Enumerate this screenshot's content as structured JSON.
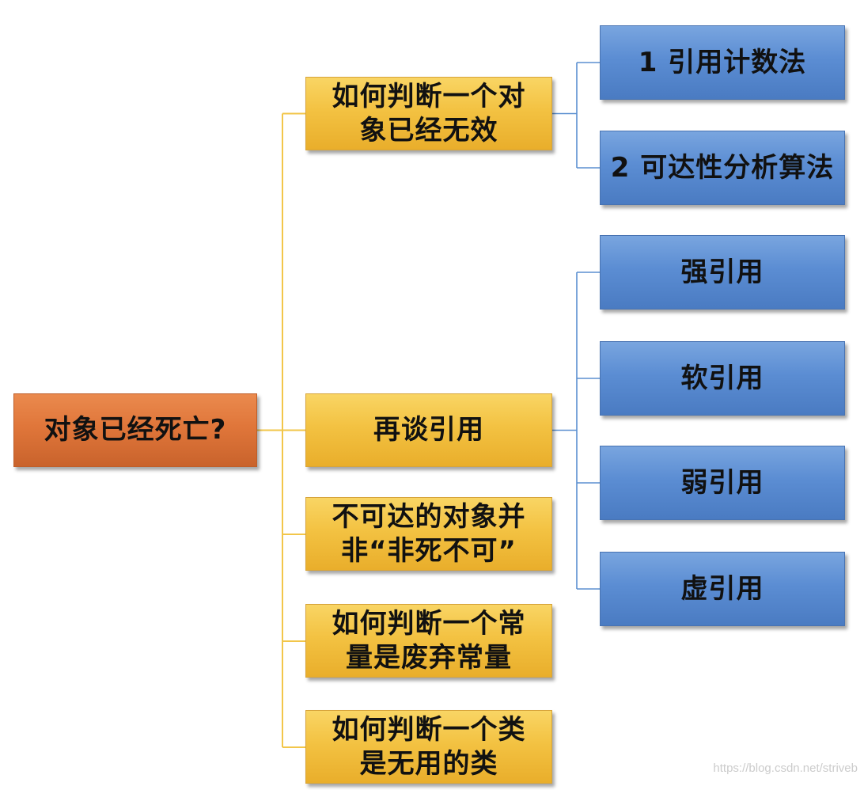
{
  "root": {
    "label": "对象已经死亡?"
  },
  "branches": [
    {
      "lines": [
        "如何判断一个对",
        "象已经无效"
      ],
      "children": [
        {
          "label": "1 引用计数法"
        },
        {
          "label": "2 可达性分析算法"
        }
      ]
    },
    {
      "lines": [
        "再谈引用"
      ],
      "children": [
        {
          "label": "强引用"
        },
        {
          "label": "软引用"
        },
        {
          "label": "弱引用"
        },
        {
          "label": "虚引用"
        }
      ]
    },
    {
      "lines": [
        "不可达的对象并",
        "非“非死不可”"
      ]
    },
    {
      "lines": [
        "如何判断一个常",
        "量是废弃常量"
      ]
    },
    {
      "lines": [
        "如何判断一个类",
        "是无用的类"
      ]
    }
  ],
  "watermark": "https://blog.csdn.net/striveb",
  "colors": {
    "root": "#E0763A",
    "branch": "#F3C242",
    "leaf": "#5B8DD3",
    "branch_line": "#F2C64A",
    "leaf_line": "#5B8FD0"
  }
}
